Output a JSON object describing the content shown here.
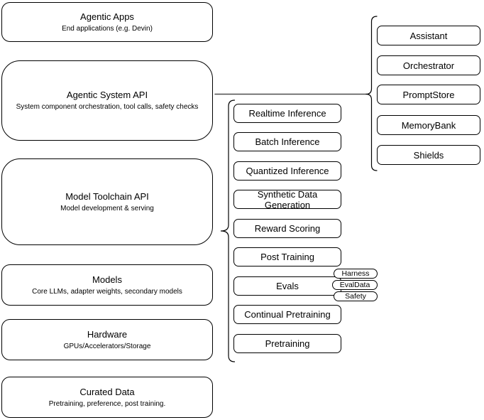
{
  "colors": {
    "background": "#ffffff",
    "node_fill": "#ffffff",
    "node_stroke": "#000000",
    "text": "#000000",
    "connector": "#4d4d4d"
  },
  "left_stack": [
    {
      "title": "Agentic Apps",
      "subtitle": "End applications (e.g. Devin)"
    },
    {
      "title": "Agentic System API",
      "subtitle": "System component orchestration, tool calls, safety checks"
    },
    {
      "title": "Model Toolchain API",
      "subtitle": "Model development & serving"
    },
    {
      "title": "Models",
      "subtitle": "Core LLMs, adapter weights, secondary models"
    },
    {
      "title": "Hardware",
      "subtitle": "GPUs/Accelerators/Storage"
    },
    {
      "title": "Curated Data",
      "subtitle": "Pretraining, preference, post training."
    }
  ],
  "toolchain_components": [
    "Realtime Inference",
    "Batch Inference",
    "Quantized Inference",
    "Synthetic Data Generation",
    "Reward Scoring",
    "Post Training",
    "Evals",
    "Continual Pretraining",
    "Pretraining"
  ],
  "eval_pills": [
    "Harness",
    "EvalData",
    "Safety"
  ],
  "system_components": [
    "Assistant",
    "Orchestrator",
    "PromptStore",
    "MemoryBank",
    "Shields"
  ]
}
